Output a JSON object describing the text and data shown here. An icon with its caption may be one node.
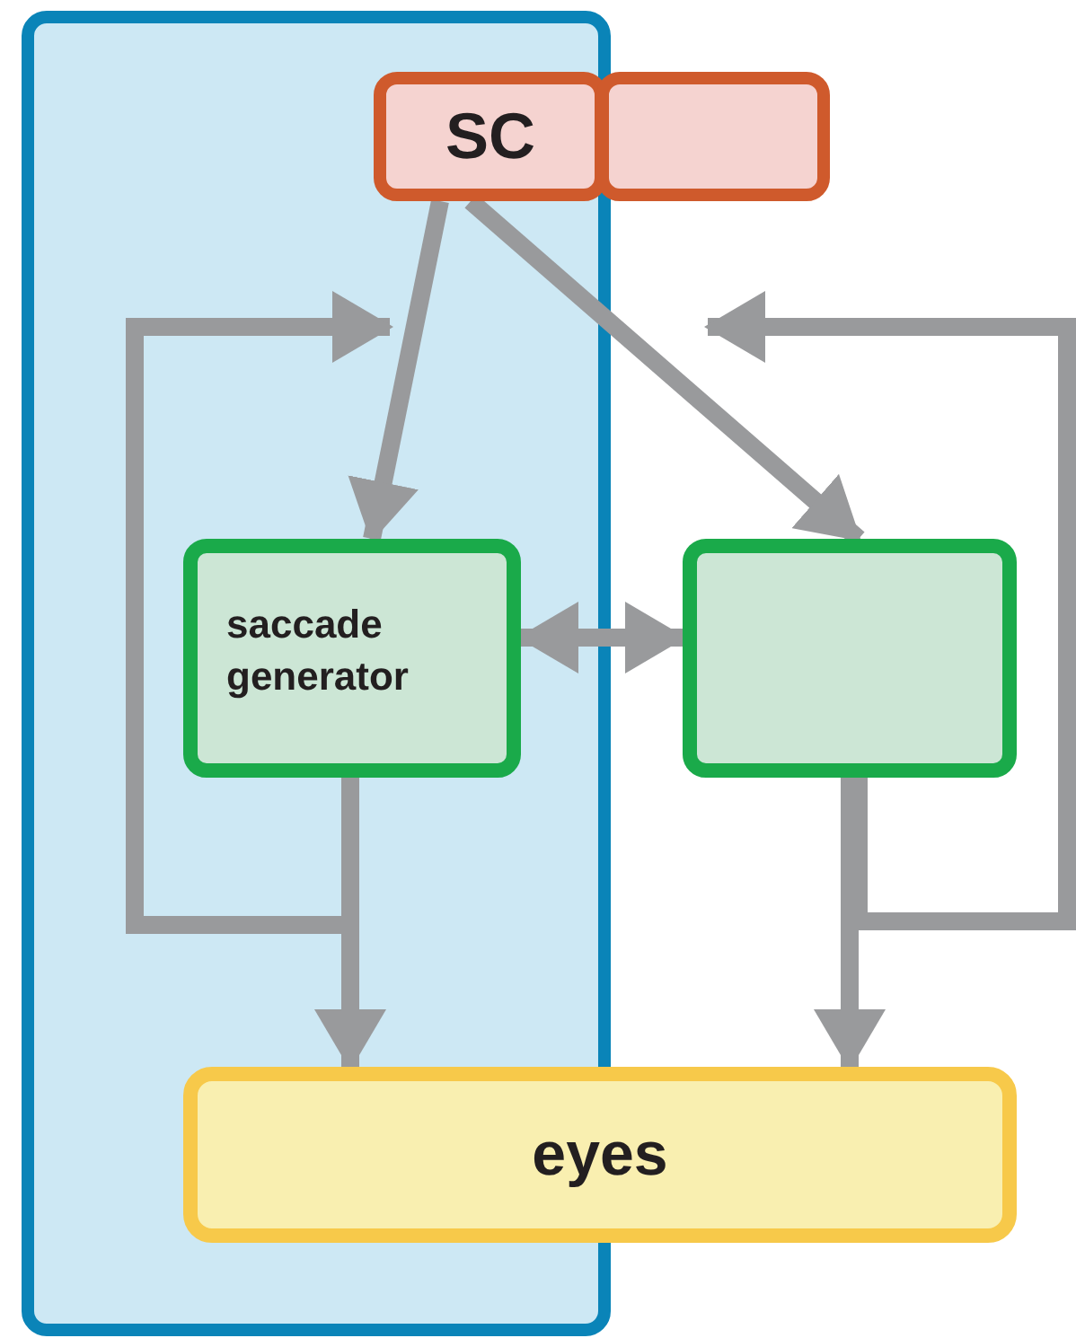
{
  "diagram": {
    "nodes": [
      {
        "text": [],
        "shape": "box"
      },
      {
        "text": [
          "SC"
        ],
        "in": 0
      },
      {
        "text": [],
        "shape": "box"
      },
      {
        "text": [
          "saccade generator"
        ],
        "in": 0
      },
      {
        "text": [],
        "shape": "box"
      },
      {
        "text": [
          "eyes"
        ]
      }
    ],
    "edges": [
      {
        "from": 1,
        "to": 3,
        "arrow": "to"
      },
      {
        "from": 1,
        "to": 4,
        "arrow": "to"
      },
      {
        "from": 3,
        "to": 4,
        "arrow": "both"
      },
      {
        "from": 3,
        "to": 5,
        "arrow": "to"
      },
      {
        "from": 4,
        "to": 5,
        "arrow": "to"
      },
      {
        "from": 3,
        "to": null,
        "arrow": "to"
      },
      {
        "from": 4,
        "to": null,
        "arrow": "to"
      }
    ]
  }
}
